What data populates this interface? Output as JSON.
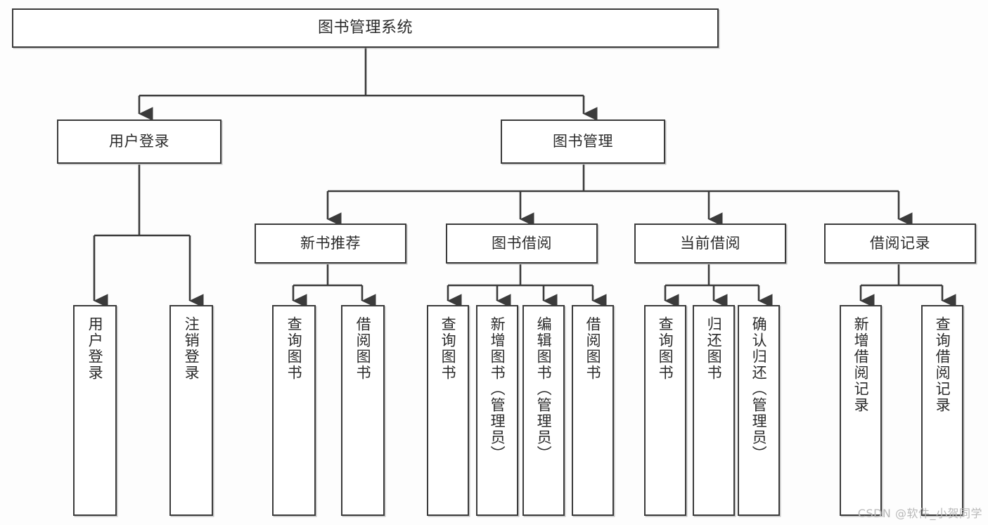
{
  "diagram": {
    "title": "图书管理系统",
    "watermark": "CSDN @软件_小贺同学",
    "type": "tree",
    "levels": 4,
    "colors": {
      "box_border": "#3b3b3b",
      "box_fill": "#ffffff",
      "connector": "#3b3b3b",
      "background": "#fdfdfd",
      "watermark": "#b9b9b9"
    },
    "root": {
      "label": "图书管理系统"
    },
    "level2": [
      {
        "label": "用户登录"
      },
      {
        "label": "图书管理"
      }
    ],
    "level3": [
      {
        "label": "新书推荐"
      },
      {
        "label": "图书借阅"
      },
      {
        "label": "当前借阅"
      },
      {
        "label": "借阅记录"
      }
    ],
    "leaves": {
      "user_login": [
        {
          "label": "用户登录"
        },
        {
          "label": "注销登录"
        }
      ],
      "new_book_recommend": [
        {
          "label": "查询图书"
        },
        {
          "label": "借阅图书"
        }
      ],
      "book_borrow": [
        {
          "label": "查询图书"
        },
        {
          "label": "新增图书（管理员）"
        },
        {
          "label": "编辑图书（管理员）"
        },
        {
          "label": "借阅图书"
        }
      ],
      "current_borrow": [
        {
          "label": "查询图书"
        },
        {
          "label": "归还图书"
        },
        {
          "label": "确认归还（管理员）"
        }
      ],
      "borrow_record": [
        {
          "label": "新增借阅记录"
        },
        {
          "label": "查询借阅记录"
        }
      ]
    }
  }
}
